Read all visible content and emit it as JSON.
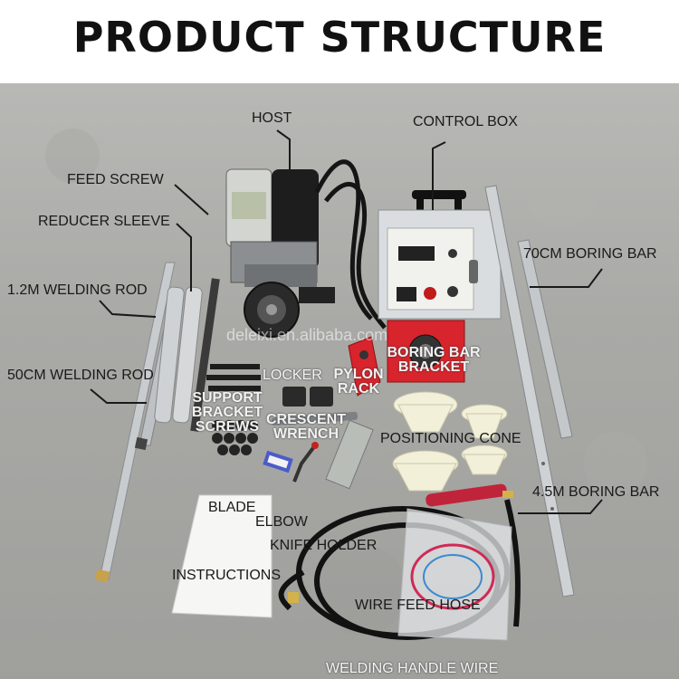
{
  "header": {
    "title": "PRODUCT STRUCTURE"
  },
  "watermark": "deleixi.en.alibaba.com",
  "labels": {
    "host": "HOST",
    "control_box": "CONTROL BOX",
    "feed_screw": "FEED SCREW",
    "reducer_sleeve": "REDUCER SLEEVE",
    "welding_rod_12m": "1.2M WELDING ROD",
    "boring_bar_70cm": "70CM BORING BAR",
    "welding_rod_50cm": "50CM WELDING ROD",
    "locker": "LOCKER",
    "pylon_rack": "PYLON RACK",
    "boring_bar_bracket": "BORING BAR BRACKET",
    "support_bracket_screws": "SUPPORT BRACKET SCREWS",
    "crescent_wrench": "CRESCENT WRENCH",
    "positioning_cone": "POSITIONING CONE",
    "blade": "BLADE",
    "elbow": "ELBOW",
    "boring_bar_45m": "4.5M BORING BAR",
    "knife_holder": "KNIFE HOLDER",
    "instructions": "INSTRUCTIONS",
    "wire_feed_hose": "WIRE FEED HOSE",
    "welding_handle_wire": "WELDING HANDLE WIRE"
  },
  "colors": {
    "ground": "#a9a9a6",
    "rack_red": "#d8242c",
    "cone_cream": "#f2f0d8",
    "box_steel": "#d9dde0"
  }
}
